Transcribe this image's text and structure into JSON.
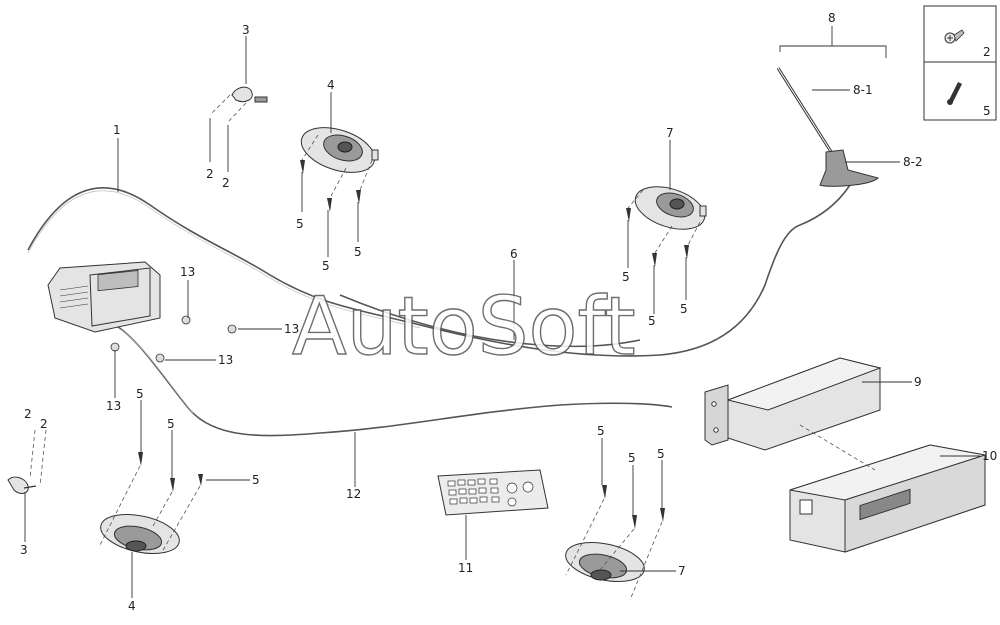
{
  "watermark": "AutoSoft",
  "callouts": {
    "c1": "1",
    "c2a": "2",
    "c2b": "2",
    "c2c": "2",
    "c2d": "2",
    "c3a": "3",
    "c3b": "3",
    "c4a": "4",
    "c4b": "4",
    "c5_1": "5",
    "c5_2": "5",
    "c5_3": "5",
    "c5_4": "5",
    "c5_5": "5",
    "c5_6": "5",
    "c5_7": "5",
    "c5_8": "5",
    "c5_9": "5",
    "c5_10": "5",
    "c5_11": "5",
    "c5_12": "5",
    "c6": "6",
    "c7a": "7",
    "c7b": "7",
    "c8": "8",
    "c8_1": "8-1",
    "c8_2": "8-2",
    "c9": "9",
    "c10": "10",
    "c11": "11",
    "c12": "12",
    "c13a": "13",
    "c13b": "13",
    "c13c": "13",
    "c13d": "13"
  },
  "legend": {
    "top_num": "2",
    "bottom_num": "5"
  }
}
